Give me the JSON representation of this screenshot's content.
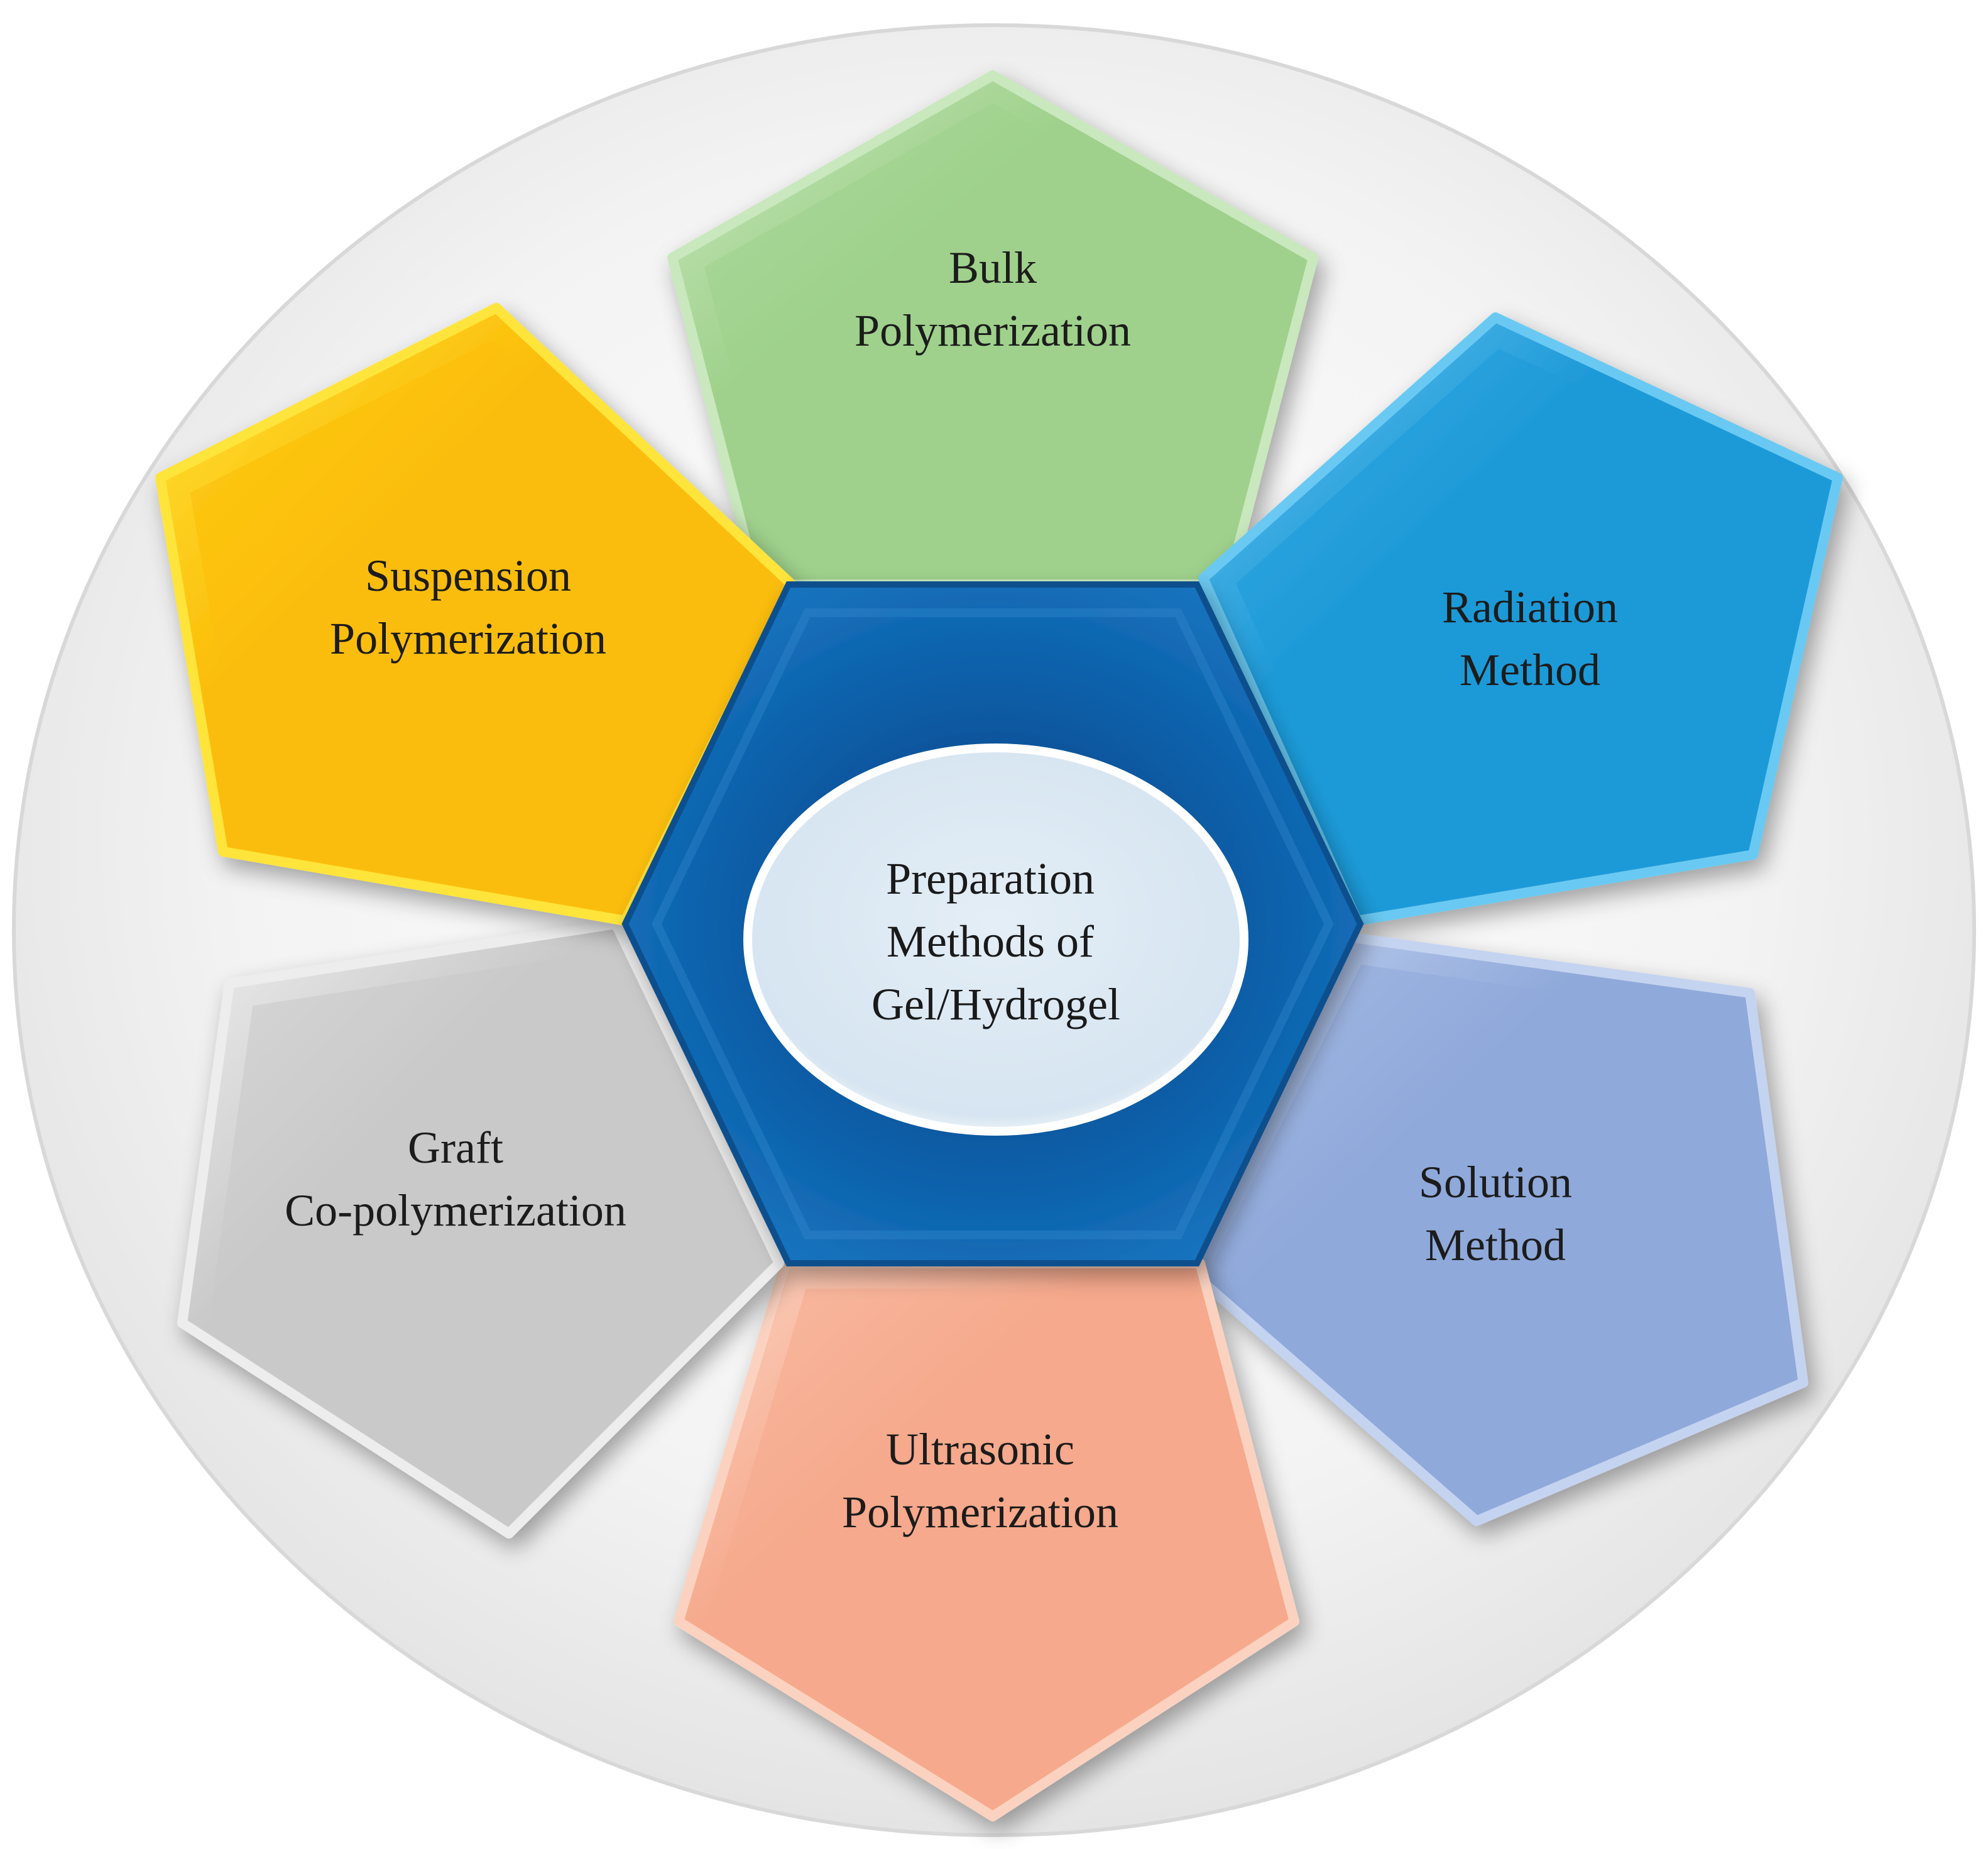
{
  "center": {
    "lines": [
      "Preparation",
      "Methods of",
      "Gel/Hydrogel"
    ],
    "hexagon_color": "#0a5ea8",
    "ellipse_color": "#dde9f3"
  },
  "methods": [
    {
      "id": "bulk",
      "lines": [
        "Bulk",
        "Polymerization"
      ],
      "color": "#9fd18c",
      "highlight": "#c9e8bd"
    },
    {
      "id": "radiation",
      "lines": [
        "Radiation",
        "Method"
      ],
      "color": "#1f9ad8",
      "highlight": "#6ac9f2"
    },
    {
      "id": "solution",
      "lines": [
        "Solution",
        "Method"
      ],
      "color": "#8fa9da",
      "highlight": "#c4d3f0"
    },
    {
      "id": "ultrasonic",
      "lines": [
        "Ultrasonic",
        "Polymerization"
      ],
      "color": "#f6a98c",
      "highlight": "#fbd2c0"
    },
    {
      "id": "graft",
      "lines": [
        "Graft",
        "Co-polymerization"
      ],
      "color": "#c9c9c9",
      "highlight": "#ededed"
    },
    {
      "id": "suspension",
      "lines": [
        "Suspension",
        "Polymerization"
      ],
      "color": "#fbbd08",
      "highlight": "#ffe43a"
    }
  ],
  "background_color": "#f0f0f0"
}
